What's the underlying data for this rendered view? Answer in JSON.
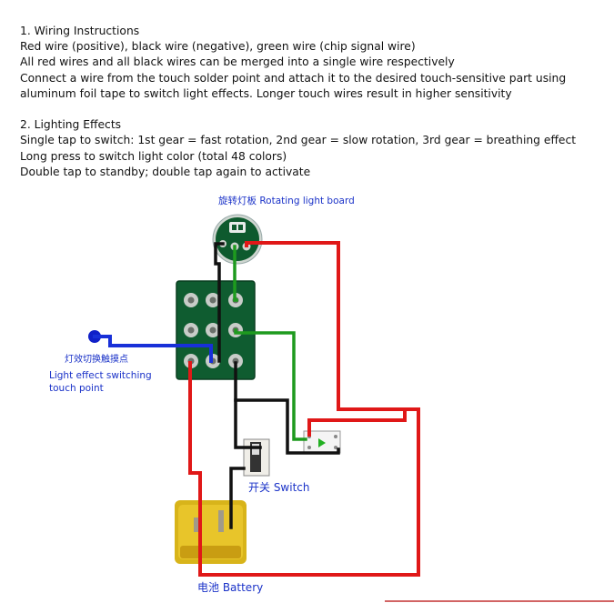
{
  "instructions": {
    "section1": {
      "heading": "1.  Wiring Instructions",
      "lines": [
        "Red wire (positive), black wire (negative), green wire (chip signal wire)",
        "All red wires and all black wires can be merged into a single wire respectively",
        "Connect a wire from the touch solder point and attach it to the desired touch-sensitive part using",
        "aluminum foil tape to switch light effects. Longer touch wires result in higher sensitivity"
      ]
    },
    "section2": {
      "heading": "2. Lighting Effects",
      "lines": [
        "Single tap to switch: 1st gear = fast rotation, 2nd gear = slow rotation, 3rd gear = breathing effect",
        "Long press to switch light color (total 48 colors)",
        "Double tap to standby; double tap again to activate"
      ]
    }
  },
  "diagram": {
    "labels": {
      "rotating_board": "旋转灯板  Rotating light board",
      "touch_cn": "灯效切换触摸点",
      "touch_en_line1": "Light effect switching",
      "touch_en_line2": "touch point",
      "switch": "开关 Switch",
      "battery": "电池 Battery"
    },
    "colors": {
      "red_wire": "#e01818",
      "black_wire": "#111111",
      "green_wire": "#1e9a1e",
      "blue_wire": "#1830d8",
      "pcb": "#0e5a2e",
      "label": "#1a32c8"
    }
  }
}
